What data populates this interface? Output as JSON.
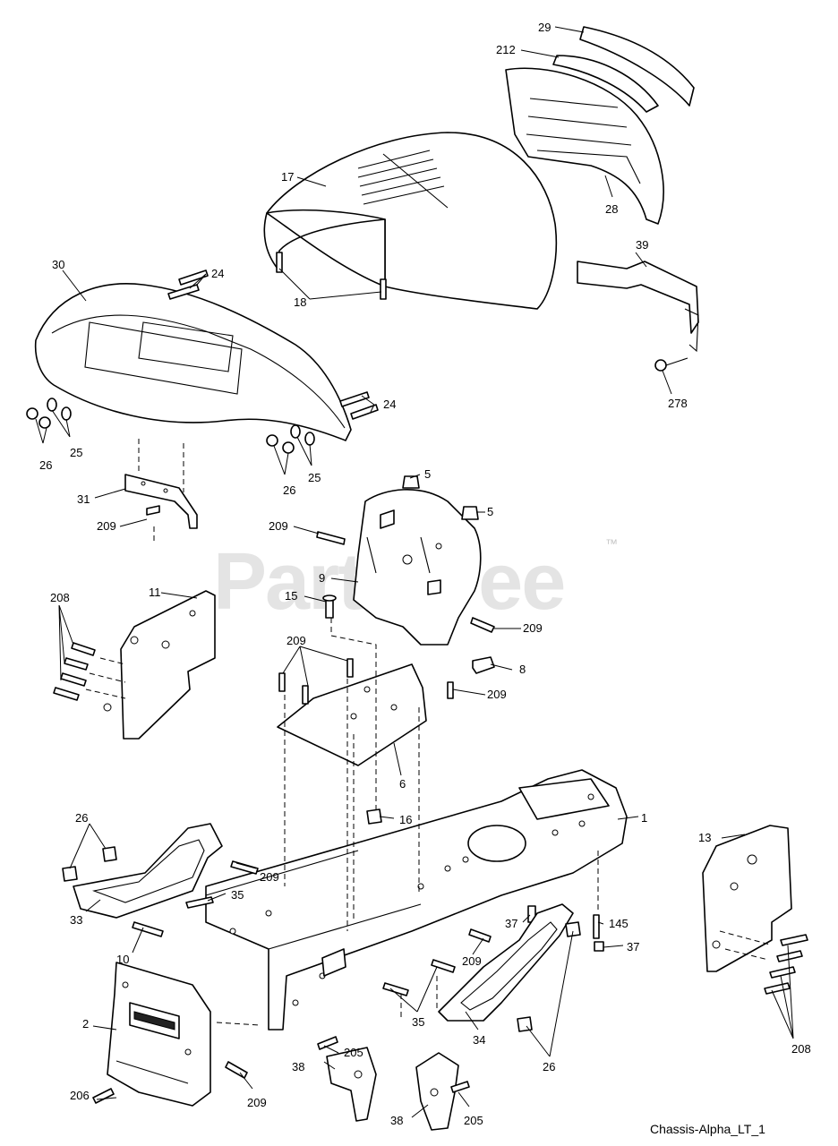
{
  "watermark": {
    "text": "PartsTree",
    "tm": "™"
  },
  "diagram_name": "Chassis-Alpha_LT_1",
  "callouts": {
    "c29": "29",
    "c212": "212",
    "c17": "17",
    "c28": "28",
    "c18": "18",
    "c39": "39",
    "c278": "278",
    "c30": "30",
    "c24a": "24",
    "c24b": "24",
    "c25a": "25",
    "c25b": "25",
    "c26a": "26",
    "c26b": "26",
    "c31": "31",
    "c209a": "209",
    "c5a": "5",
    "c5b": "5",
    "c209b": "209",
    "c9": "9",
    "c15": "15",
    "c209c": "209",
    "c208a": "208",
    "c11": "11",
    "c209d": "209",
    "c8": "8",
    "c209e": "209",
    "c6": "6",
    "c16": "16",
    "c1": "1",
    "c26c": "26",
    "c209f": "209",
    "c35a": "35",
    "c33": "33",
    "c10": "10",
    "c13": "13",
    "c37a": "37",
    "c145": "145",
    "c37b": "37",
    "c209g": "209",
    "c35b": "35",
    "c34": "34",
    "c26d": "26",
    "c208b": "208",
    "c2": "2",
    "c205a": "205",
    "c38a": "38",
    "c206": "206",
    "c209h": "209",
    "c38b": "38",
    "c205b": "205"
  }
}
